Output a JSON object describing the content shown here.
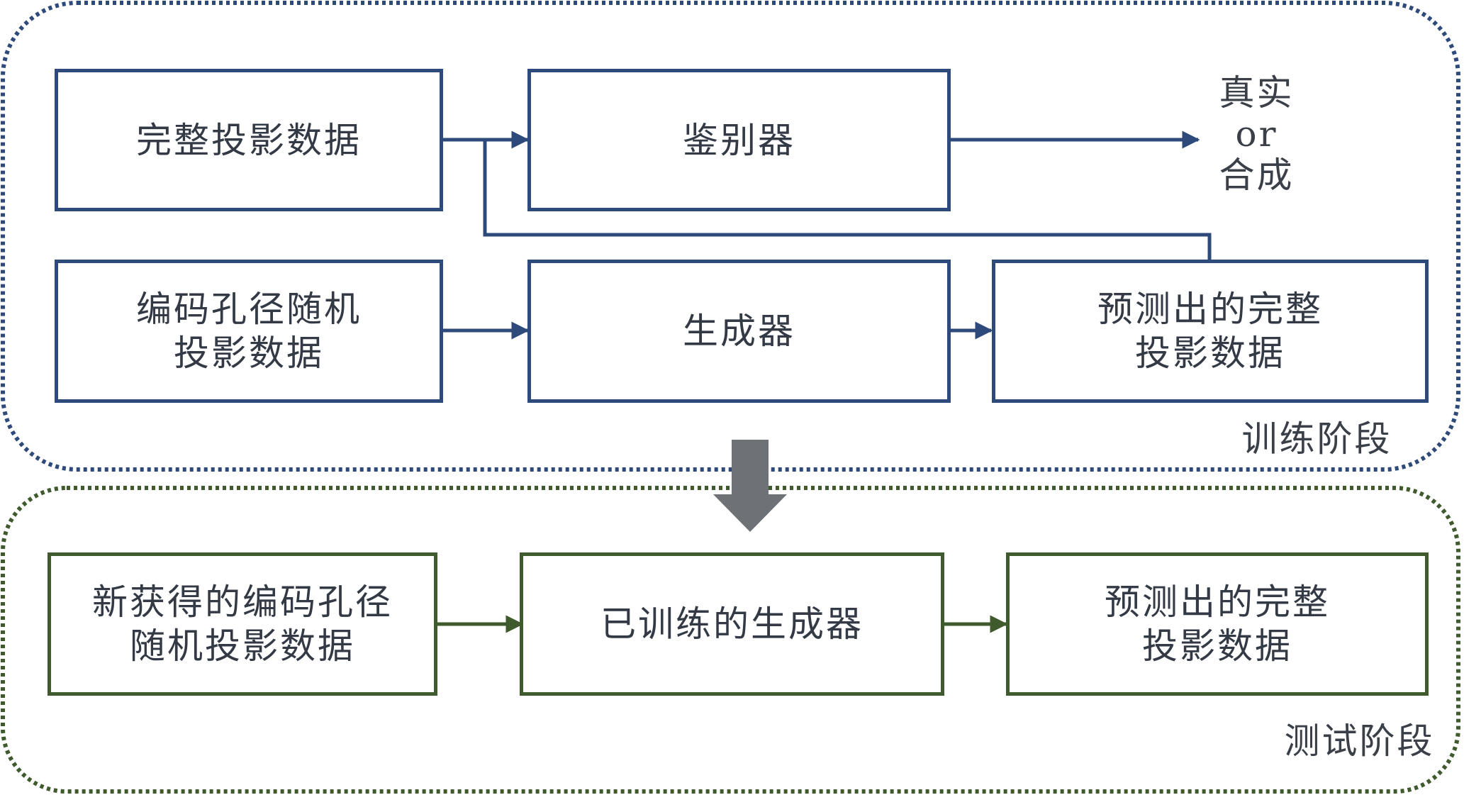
{
  "training": {
    "stage_label": "训练阶段",
    "full_projection": "完整投影数据",
    "discriminator": "鉴别器",
    "output_line1": "真实",
    "output_line2": "or",
    "output_line3": "合成",
    "coded_random_projection": "编码孔径随机\n投影数据",
    "generator": "生成器",
    "predicted_full_projection": "预测出的完整\n投影数据"
  },
  "testing": {
    "stage_label": "测试阶段",
    "new_coded_projection": "新获得的编码孔径\n随机投影数据",
    "trained_generator": "已训练的生成器",
    "predicted_full_projection": "预测出的完整\n投影数据"
  },
  "colors": {
    "training_accent": "#2e4a7a",
    "testing_accent": "#3f5a2c",
    "transition_arrow": "#6e7176"
  }
}
